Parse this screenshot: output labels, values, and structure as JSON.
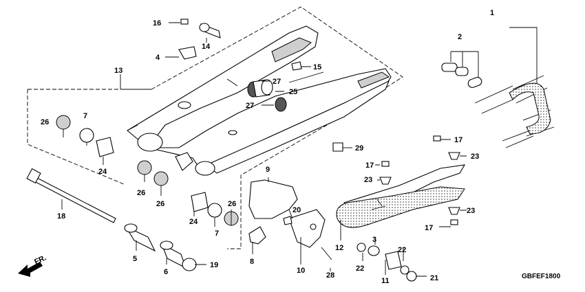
{
  "diagram": {
    "code": "GBFEF1800",
    "direction_label": "FR.",
    "callouts": {
      "c1": "1",
      "c2": "2",
      "c3": "3",
      "c4": "4",
      "c5": "5",
      "c6": "6",
      "c7a": "7",
      "c7b": "7",
      "c8": "8",
      "c9": "9",
      "c10": "10",
      "c11": "11",
      "c12": "12",
      "c13": "13",
      "c14": "14",
      "c15": "15",
      "c16": "16",
      "c17a": "17",
      "c17b": "17",
      "c17c": "17",
      "c18": "18",
      "c19": "19",
      "c20": "20",
      "c21": "21",
      "c22a": "22",
      "c22b": "22",
      "c23a": "23",
      "c23b": "23",
      "c23c": "23",
      "c24a": "24",
      "c24b": "24",
      "c25": "25",
      "c26a": "26",
      "c26b": "26",
      "c26c": "26",
      "c26d": "26",
      "c27a": "27",
      "c27b": "27",
      "c28": "28",
      "c29": "29"
    },
    "colors": {
      "line": "#000000",
      "background": "#ffffff",
      "shade": "#cfcfcf"
    }
  }
}
